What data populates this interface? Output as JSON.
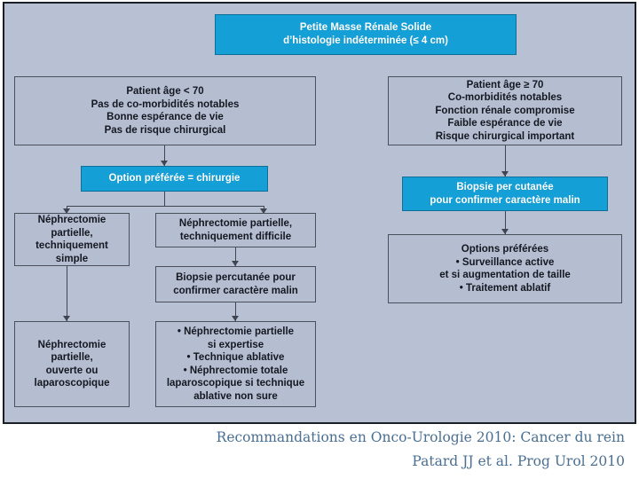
{
  "diagram": {
    "title_box": {
      "text": "Petite Masse Rénale Solide\nd’histologie indéterminée (≤ 4 cm)"
    },
    "left_branch": {
      "criteria": "Patient âge < 70\nPas de co-morbidités notables\nBonne espérance de vie\nPas de risque chirurgical",
      "option": "Option préférée = chirurgie",
      "simple": "Néphrectomie\npartielle,\ntechniquement\nsimple",
      "difficult": "Néphrectomie partielle,\ntechniquement difficile",
      "biopsy": "Biopsie percutanée pour\nconfirmer caractère malin",
      "outcome_simple": "Néphrectomie\npartielle,\nouverte ou\nlaparoscopique",
      "outcome_difficult": "• Néphrectomie partielle\nsi expertise\n• Technique ablative\n• Néphrectomie totale\nlaparoscopique si technique\nablative non sure"
    },
    "right_branch": {
      "criteria": "Patient âge ≥ 70\nCo-morbidités notables\nFonction rénale compromise\nFaible espérance de vie\nRisque chirurgical important",
      "biopsy": "Biopsie per cutanée\npour confirmer caractère malin",
      "options": "Options préférées\n• Surveillance active\net si augmentation de taille\n• Traitement ablatif"
    }
  },
  "footer": {
    "line1": "Recommandations en Onco-Urologie 2010: Cancer du rein",
    "line2": "Patard JJ et al. Prog Urol 2010"
  },
  "colors": {
    "panel_background": "#b8c0d3",
    "box_fill": "#b5bdd0",
    "box_border": "#4a4f5c",
    "accent_blue": "#14a0d7",
    "connector": "#3f4450",
    "footer_text": "#4a6f92"
  }
}
